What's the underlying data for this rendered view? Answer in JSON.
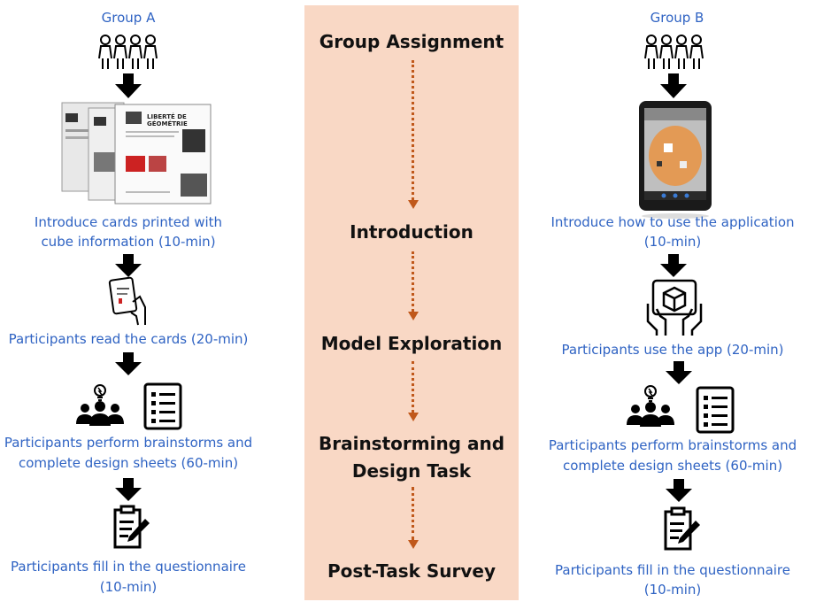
{
  "center": {
    "stages": [
      "Group Assignment",
      "Introduction",
      "Model Exploration",
      "Brainstorming and",
      "Design Task",
      "Post-Task Survey"
    ]
  },
  "group_a": {
    "title": "Group A",
    "intro_line1": "Introduce cards printed with",
    "intro_line2": "cube information (10-min)",
    "read": "Participants read the cards (20-min)",
    "brainstorm_line1": "Participants perform brainstorms and",
    "brainstorm_line2": "complete design sheets (60-min)",
    "questionnaire_line1": "Participants fill in the questionnaire",
    "questionnaire_line2": "(10-min)",
    "card_title_line1": "LIBERTÉ DE",
    "card_title_line2": "GÉOMÉTRIE"
  },
  "group_b": {
    "title": "Group B",
    "intro_line1": "Introduce how to use the  application",
    "intro_line2": "(10-min)",
    "use": "Participants use the app (20-min)",
    "brainstorm_line1": "Participants perform brainstorms and",
    "brainstorm_line2": "complete design sheets (60-min)",
    "questionnaire_line1": "Participants fill in the questionnaire",
    "questionnaire_line2": "(10-min)"
  },
  "colors": {
    "blue_text": "#2f63c3",
    "band": "#f9d8c5",
    "dotted_arrow": "#c0581b"
  },
  "icons": [
    "people-group-icon",
    "down-arrow-icon",
    "printed-cards-image",
    "tablet-app-image",
    "hand-holding-card-icon",
    "hands-holding-tablet-cube-icon",
    "brainstorm-team-icon",
    "checklist-sheet-icon",
    "clipboard-pen-icon"
  ]
}
